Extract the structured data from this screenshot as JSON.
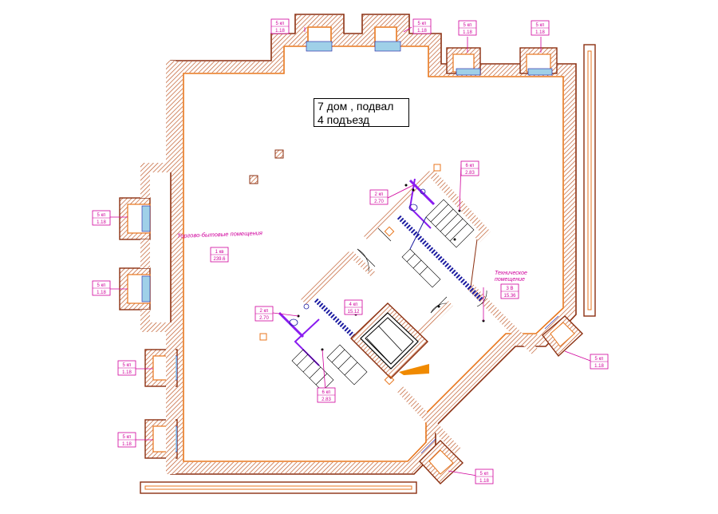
{
  "title": {
    "line1": "7 дом , подвал",
    "line2": "4 подъезд"
  },
  "room_labels": {
    "shop_area_name": "Торгово-бытовые помещения",
    "shop_area_id": "1 кв",
    "shop_area_value": "239.6",
    "tech_room_name_1": "Техническое",
    "tech_room_name_2": "помещение",
    "tech_room_id": "3 В",
    "tech_room_value": "15.36",
    "corridor_id": "4 кп",
    "corridor_value": "15.12",
    "wc_upper_id": "2 кп",
    "wc_upper_value": "2.70",
    "wc_lower_id": "2 кп",
    "wc_lower_value": "2.70",
    "stair_upper_id": "6 кп",
    "stair_upper_value": "2.83",
    "stair_lower_id": "6 кп",
    "stair_lower_value": "2.83"
  },
  "pit_tag": {
    "id": "5 кп",
    "value": "1.18"
  },
  "colors": {
    "wall_outer": "#8b2f10",
    "wall_inner": "#e8761c",
    "wall_fill": "#ffffff",
    "hatch": "#c05a2a",
    "magenta": "#d0009c",
    "purple": "#8a1cf0",
    "blue": "#1a1aa0",
    "window": "#9fd0e8",
    "orange_fill": "#f08a00"
  }
}
